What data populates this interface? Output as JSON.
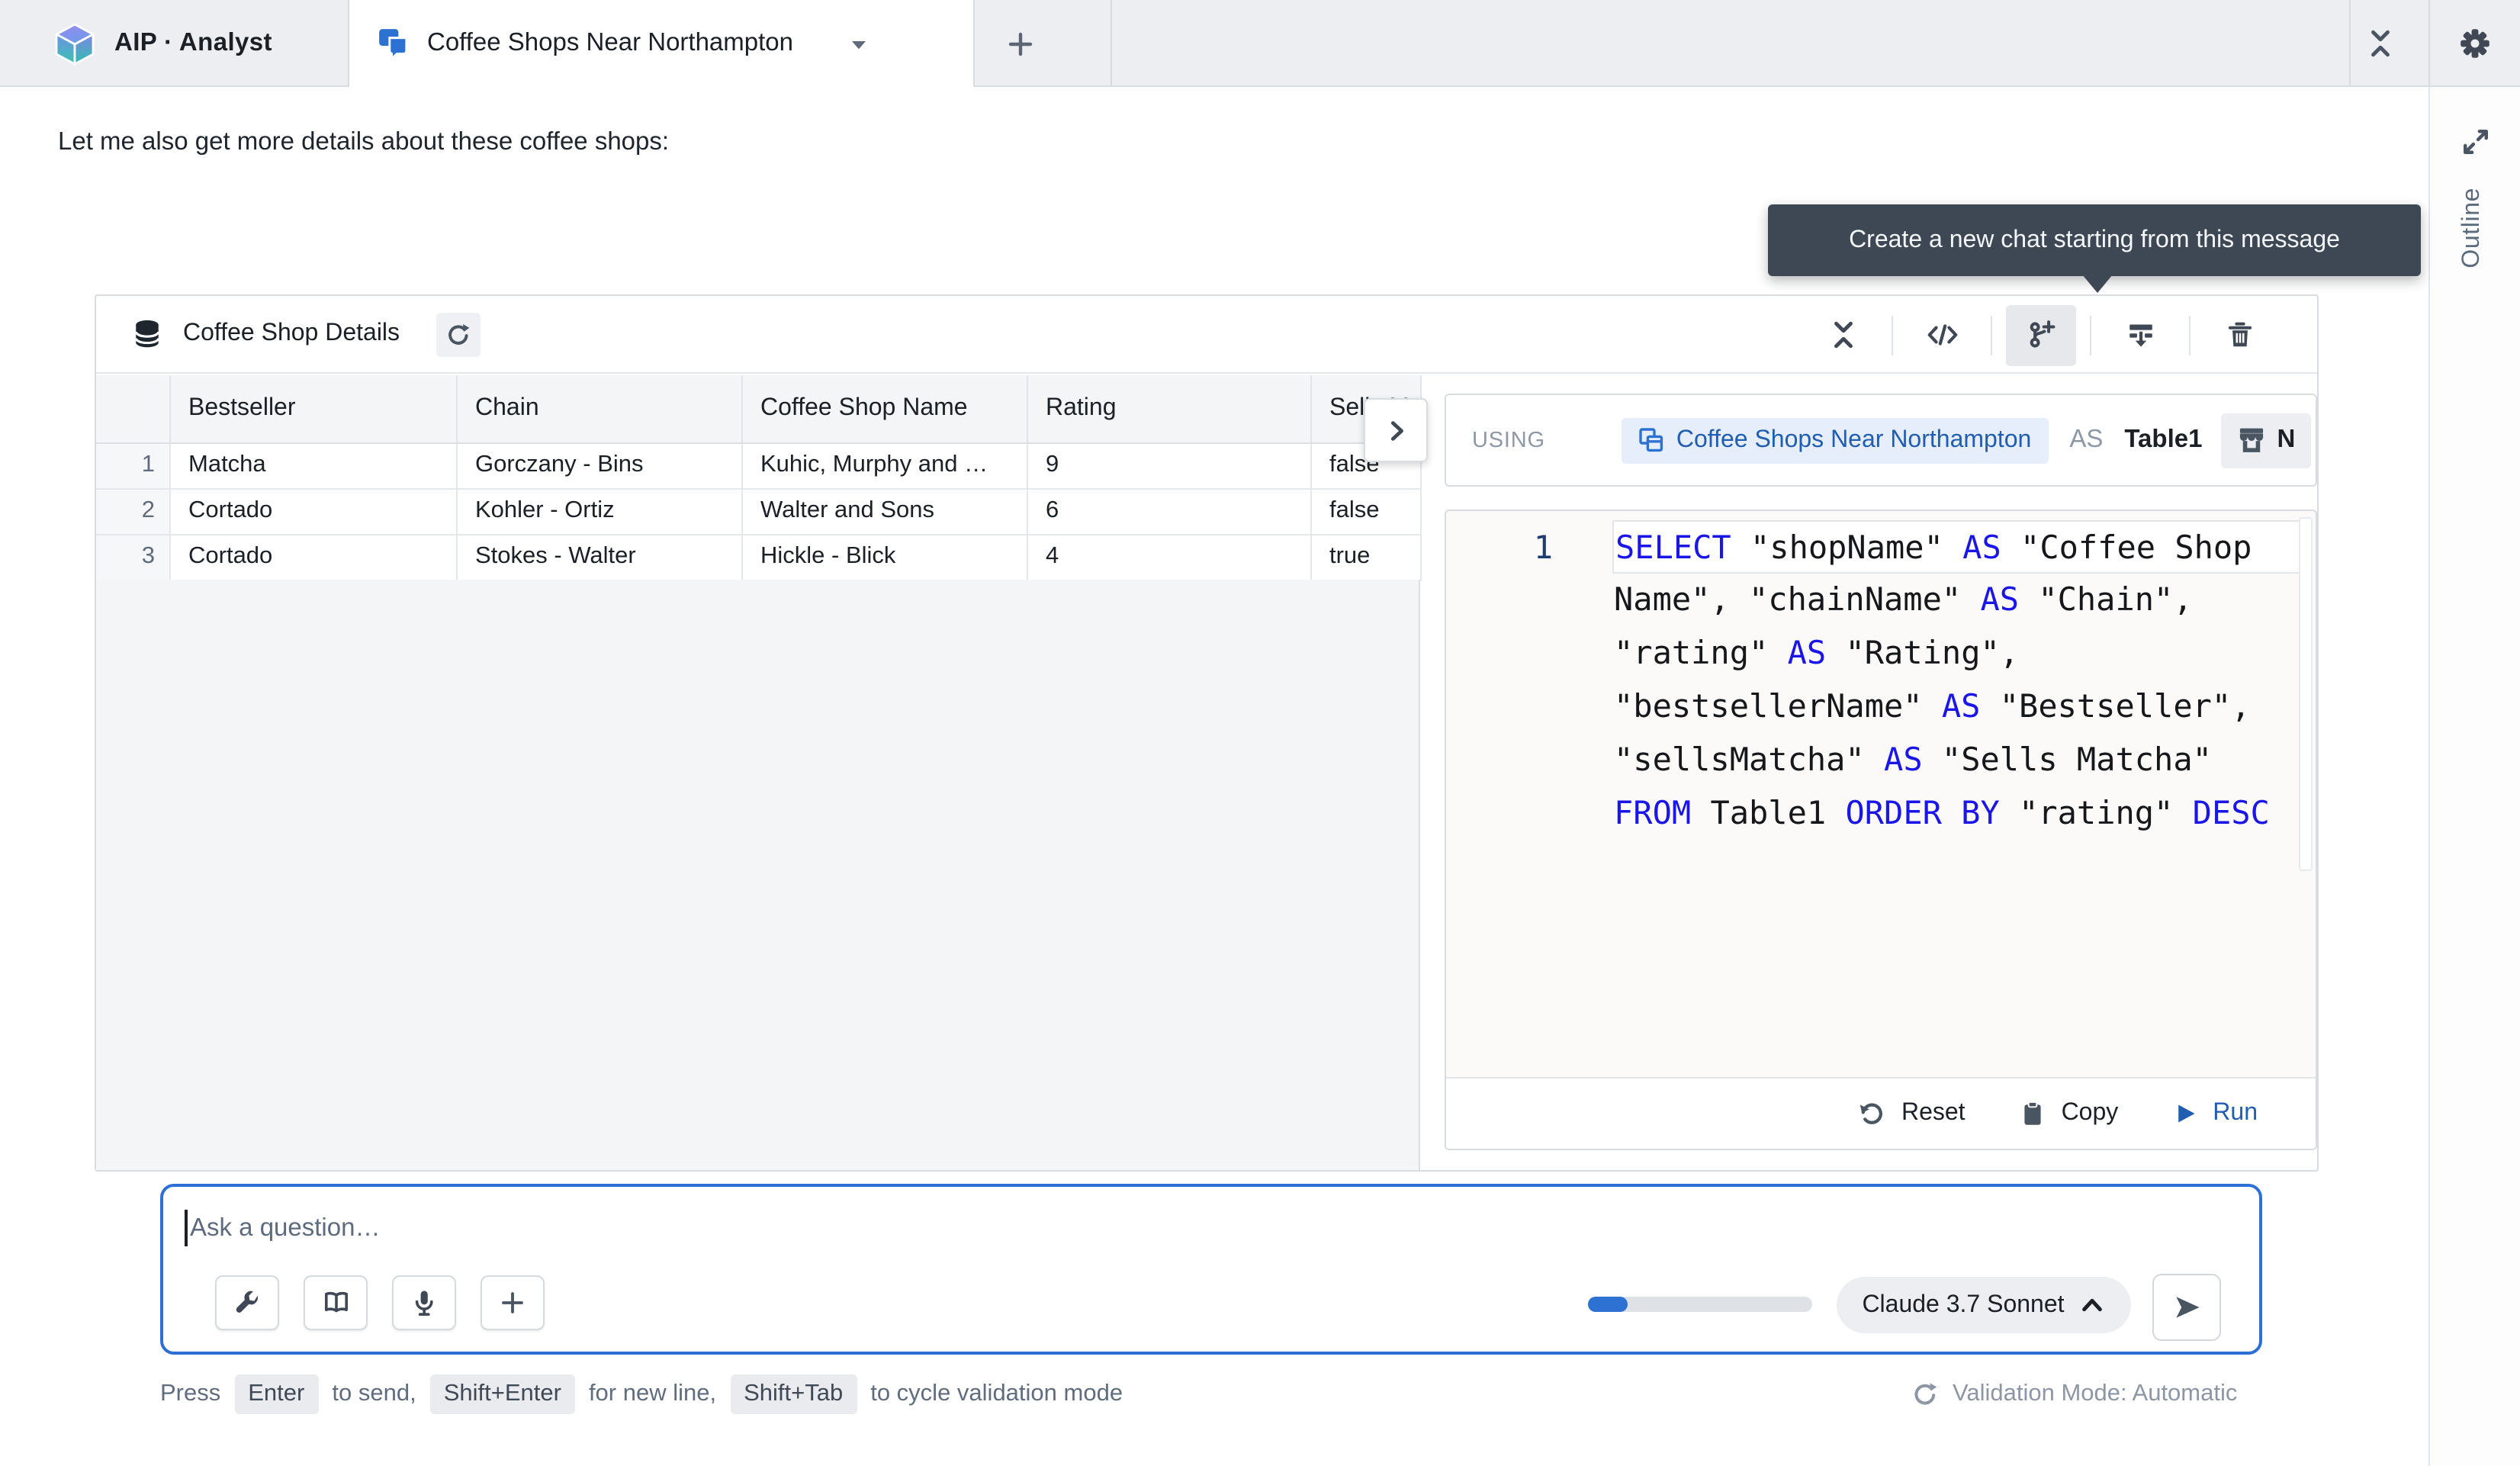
{
  "colors": {
    "accent": "#2d72d2",
    "link_blue": "#215db0",
    "keyword_blue": "#1a16e8",
    "tooltip_bg": "#3e4754"
  },
  "topbar": {
    "brand": "AIP · Analyst",
    "active_tab": "Coffee Shops Near Northampton"
  },
  "sidebar": {
    "outline_label": "Outline"
  },
  "message": "Let me also get more details about these coffee shops:",
  "tooltip": "Create a new chat starting from this message",
  "card": {
    "title": "Coffee Shop Details"
  },
  "table": {
    "columns": [
      "",
      "Bestseller",
      "Chain",
      "Coffee Shop Name",
      "Rating",
      "Sells Matcha"
    ],
    "rows": [
      [
        "1",
        "Matcha",
        "Gorczany - Bins",
        "Kuhic, Murphy and …",
        "9",
        "false"
      ],
      [
        "2",
        "Cortado",
        "Kohler - Ortiz",
        "Walter and Sons",
        "6",
        "false"
      ],
      [
        "3",
        "Cortado",
        "Stokes - Walter",
        "Hickle - Blick",
        "4",
        "true"
      ]
    ]
  },
  "sql_panel": {
    "using_label": "USING",
    "source": "Coffee Shops Near Northampton",
    "as_label": "AS",
    "alias": "Table1",
    "object_chip": "N",
    "line_number": "1",
    "code_lines": [
      [
        [
          "kw",
          "SELECT"
        ],
        [
          "t",
          " \"shopName\" "
        ],
        [
          "kw",
          "AS"
        ],
        [
          "t",
          " \"Coffee Shop"
        ]
      ],
      [
        [
          "t",
          "Name\", \"chainName\" "
        ],
        [
          "kw",
          "AS"
        ],
        [
          "t",
          " \"Chain\","
        ]
      ],
      [
        [
          "t",
          "\"rating\" "
        ],
        [
          "kw",
          "AS"
        ],
        [
          "t",
          " \"Rating\","
        ]
      ],
      [
        [
          "t",
          "\"bestsellerName\" "
        ],
        [
          "kw",
          "AS"
        ],
        [
          "t",
          " \"Bestseller\","
        ]
      ],
      [
        [
          "t",
          "\"sellsMatcha\" "
        ],
        [
          "kw",
          "AS"
        ],
        [
          "t",
          " \"Sells Matcha\""
        ]
      ],
      [
        [
          "kw",
          "FROM"
        ],
        [
          "t",
          " Table1 "
        ],
        [
          "kw",
          "ORDER BY"
        ],
        [
          "t",
          " \"rating\" "
        ],
        [
          "kw",
          "DESC"
        ]
      ]
    ],
    "reset_label": "Reset",
    "copy_label": "Copy",
    "run_label": "Run"
  },
  "composer": {
    "placeholder": "Ask a question…",
    "model": "Claude 3.7 Sonnet",
    "progress_pct": 18
  },
  "hints": {
    "segments": [
      [
        "t",
        "Press"
      ],
      [
        "k",
        "Enter"
      ],
      [
        "t",
        "to send,"
      ],
      [
        "k",
        "Shift+Enter"
      ],
      [
        "t",
        "for new line,"
      ],
      [
        "k",
        "Shift+Tab"
      ],
      [
        "t",
        "to cycle validation mode"
      ]
    ]
  },
  "validation": "Validation Mode: Automatic"
}
